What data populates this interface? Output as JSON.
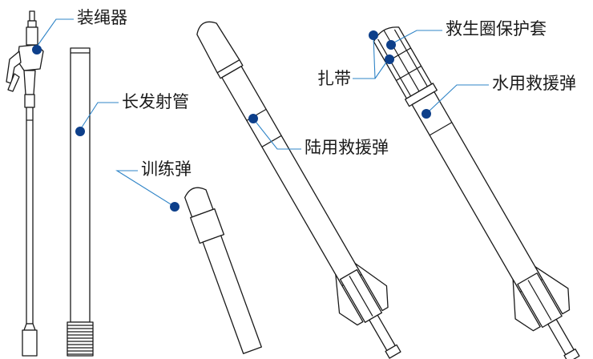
{
  "colors": {
    "leader": "#2f84c7",
    "dot": "#0d3f8a",
    "ink": "#1a1a1a"
  },
  "labels": {
    "launcher_part": "装绳器",
    "long_tube": "长发射管",
    "training_round": "训练弹",
    "land_rescue_round": "陆用救援弹",
    "ring_cover": "救生圈保护套",
    "strap": "扎带",
    "water_rescue_round": "水用救援弹"
  }
}
